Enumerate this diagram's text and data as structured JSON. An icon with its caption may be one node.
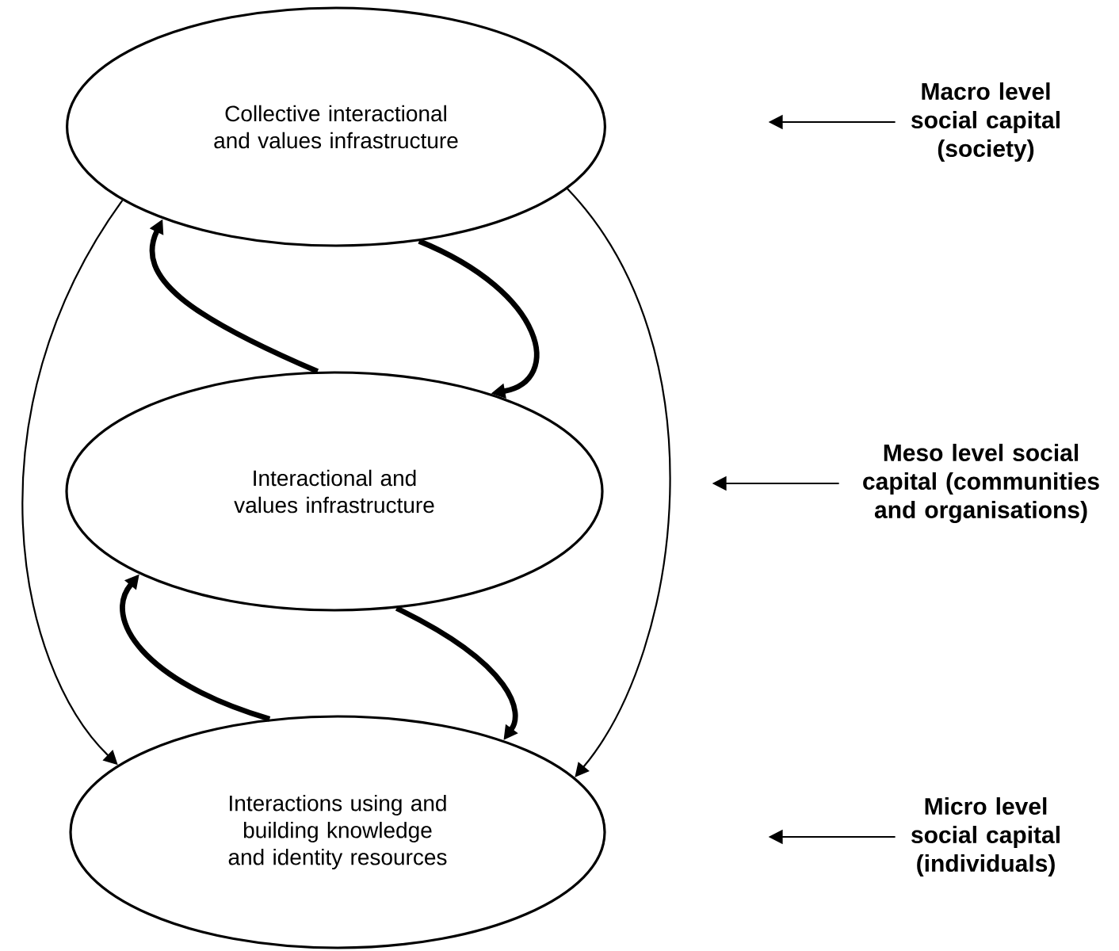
{
  "diagram": {
    "nodes": [
      {
        "text": [
          "Collective interactional and values infrastructure"
        ]
      },
      {
        "text": [
          "Macro level social capital (society)"
        ]
      },
      {
        "text": [
          "Interactional and values infrastructure"
        ]
      },
      {
        "text": [
          "Meso level social capital (communities and organisations)"
        ]
      },
      {
        "text": [
          "Interactions using and building knowledge and identity resources"
        ]
      },
      {
        "text": [
          "Micro level social capital (individuals)"
        ]
      }
    ],
    "edges": [
      {
        "from": 0,
        "to": 2,
        "arrow": "to",
        "style": "thick"
      },
      {
        "from": 2,
        "to": 0,
        "arrow": "to",
        "style": "thick"
      },
      {
        "from": 2,
        "to": 4,
        "arrow": "to",
        "style": "thick"
      },
      {
        "from": 4,
        "to": 2,
        "arrow": "to",
        "style": "thick"
      },
      {
        "from": 0,
        "to": 4,
        "arrow": "to"
      },
      {
        "from": 0,
        "to": 4,
        "arrow": "to"
      },
      {
        "from": 1,
        "to": null,
        "arrow": "to"
      },
      {
        "from": 3,
        "to": null,
        "arrow": "to"
      },
      {
        "from": 5,
        "to": null,
        "arrow": "to"
      }
    ]
  }
}
